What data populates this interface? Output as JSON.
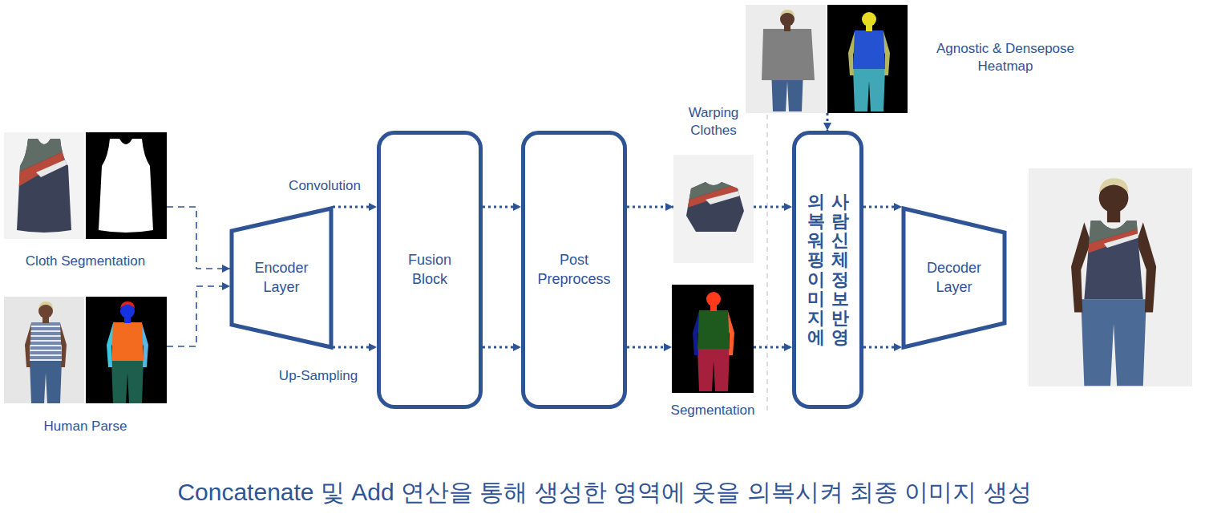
{
  "diagram": {
    "caption": "Concatenate 및 Add 연산을 통해 생성한 영역에 옷을 의복시켜 최종 이미지 생성",
    "nodes": [
      {
        "text": [
          "Cloth Segmentation"
        ]
      },
      {
        "text": [
          "Human Parse"
        ]
      },
      {
        "text": [
          "Encoder Layer"
        ]
      },
      {
        "text": [
          "Fusion Block"
        ]
      },
      {
        "text": [
          "Post Preprocess"
        ]
      },
      {
        "text": [
          "Agnostic & Densepose Heatmap"
        ]
      },
      {
        "text": [
          "Warping Clothes"
        ]
      },
      {
        "text": [
          "Segmentation"
        ]
      },
      {
        "text": [
          "의복 워핑 이미지에",
          "사람 신체 정보 반영"
        ]
      },
      {
        "text": [
          "Decoder Layer"
        ]
      }
    ],
    "edges": [
      {
        "from": 0,
        "to": 2,
        "arrow": "to"
      },
      {
        "from": 1,
        "to": 2,
        "arrow": "to"
      },
      {
        "from": 2,
        "to": 3,
        "label": "Convolution",
        "arrow": "to"
      },
      {
        "from": 2,
        "to": 3,
        "label": "Up-Sampling",
        "arrow": "to"
      },
      {
        "from": 3,
        "to": 4,
        "arrow": "to"
      },
      {
        "from": 3,
        "to": 4,
        "arrow": "to"
      },
      {
        "from": 4,
        "to": 6,
        "arrow": "to"
      },
      {
        "from": 4,
        "to": 7,
        "arrow": "to"
      },
      {
        "from": 5,
        "to": 8,
        "arrow": "to"
      },
      {
        "from": 6,
        "to": 8,
        "arrow": "to"
      },
      {
        "from": 7,
        "to": 8,
        "arrow": "to"
      },
      {
        "from": 8,
        "to": 9,
        "arrow": "to"
      },
      {
        "from": 8,
        "to": 9,
        "arrow": "to"
      }
    ]
  }
}
